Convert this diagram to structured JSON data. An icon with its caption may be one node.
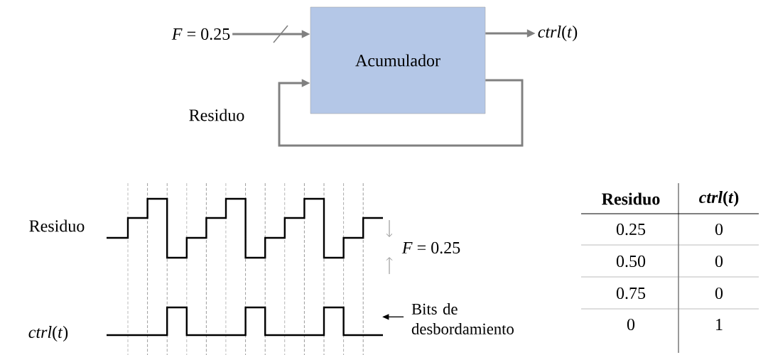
{
  "diagram": {
    "nodes": [
      {
        "text": [
          "*F* = 0.25"
        ]
      },
      {
        "text": [
          "Acumulador"
        ]
      },
      {
        "text": [
          "*ctrl*(*t*)"
        ]
      },
      {
        "text": [
          "Bits de desbordamiento"
        ]
      }
    ],
    "edges": [
      {
        "from": 0,
        "to": 1,
        "arrow": "to"
      },
      {
        "from": 1,
        "to": 2,
        "arrow": "to"
      },
      {
        "from": 1,
        "to": 1,
        "arrow": "to",
        "label": "Residuo"
      },
      {
        "from": 3,
        "to": null,
        "arrow": "to",
        "color": "#000000"
      }
    ],
    "labels": [
      "Residuo",
      "*F* = 0.25",
      "*ctrl*(*t*)",
      "Residuo",
      "*ctrl*(*t*)",
      "0.25",
      "0",
      "0.50",
      "0",
      "0.75",
      "0",
      "0",
      "1"
    ]
  }
}
